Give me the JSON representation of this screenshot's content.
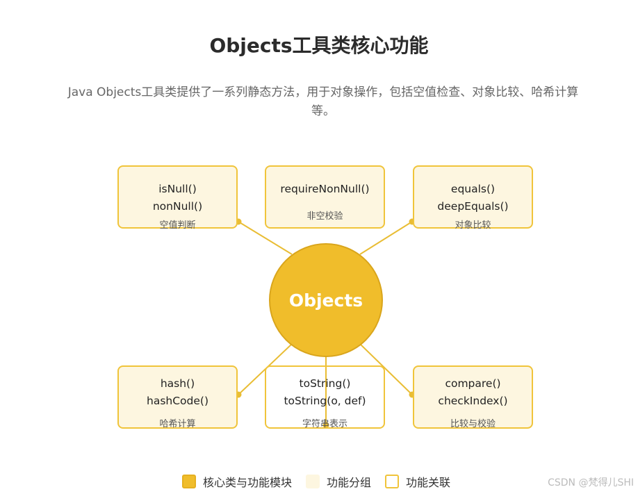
{
  "title": "Objects工具类核心功能",
  "description": "Java Objects工具类提供了一系列静态方法，用于对象操作，包括空值检查、对象比较、哈希计算等。",
  "hub": {
    "label": "Objects"
  },
  "cards": [
    {
      "methods": [
        "isNull()",
        "nonNull()"
      ],
      "label": "空值判断"
    },
    {
      "methods": [
        "requireNonNull()"
      ],
      "label": "非空校验"
    },
    {
      "methods": [
        "equals()",
        "deepEquals()"
      ],
      "label": "对象比较"
    },
    {
      "methods": [
        "hash()",
        "hashCode()"
      ],
      "label": "哈希计算"
    },
    {
      "methods": [
        "toString()",
        "toString(o, def)"
      ],
      "label": "字符串表示"
    },
    {
      "methods": [
        "compare()",
        "checkIndex()"
      ],
      "label": "比较与校验"
    }
  ],
  "legend": [
    {
      "label": "核心类与功能模块",
      "color": "#f0bd2b"
    },
    {
      "label": "功能分组",
      "color": "#fdf6e0"
    },
    {
      "label": "功能关联",
      "color": "#ffffff"
    }
  ],
  "watermark": "CSDN @梵得儿SHI",
  "colors": {
    "accent": "#f0bd2b",
    "card_bg": "#fdf6e0",
    "card_border": "#f0c43a",
    "connector": "#e9bd34"
  }
}
